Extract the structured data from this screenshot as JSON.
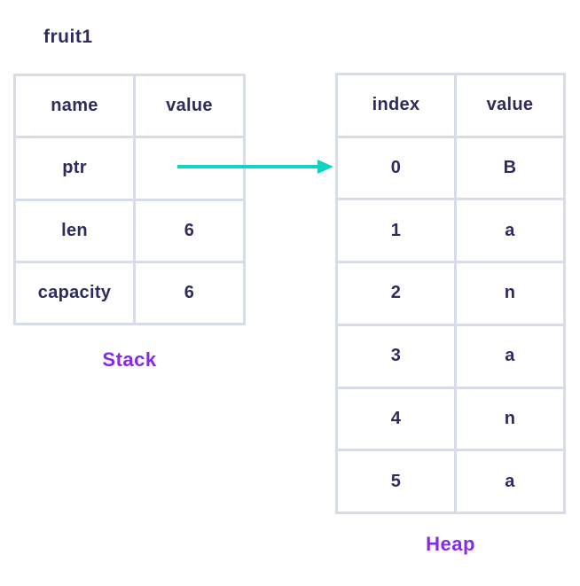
{
  "labels": {
    "variable": "fruit1",
    "stack": "Stack",
    "heap": "Heap"
  },
  "stack_table": {
    "headers": [
      "name",
      "value"
    ],
    "rows": [
      {
        "name": "ptr",
        "value": ""
      },
      {
        "name": "len",
        "value": "6"
      },
      {
        "name": "capacity",
        "value": "6"
      }
    ]
  },
  "heap_table": {
    "headers": [
      "index",
      "value"
    ],
    "rows": [
      {
        "index": "0",
        "value": "B"
      },
      {
        "index": "1",
        "value": "a"
      },
      {
        "index": "2",
        "value": "n"
      },
      {
        "index": "3",
        "value": "a"
      },
      {
        "index": "4",
        "value": "n"
      },
      {
        "index": "5",
        "value": "a"
      }
    ]
  },
  "arrow": {
    "meaning": "ptr points to heap index 0"
  },
  "colors": {
    "text": "#2e2c5e",
    "border": "#d8dce6",
    "label_purple": "#8629e8",
    "arrow_teal": "#12d2c5",
    "background": "#ffffff"
  }
}
